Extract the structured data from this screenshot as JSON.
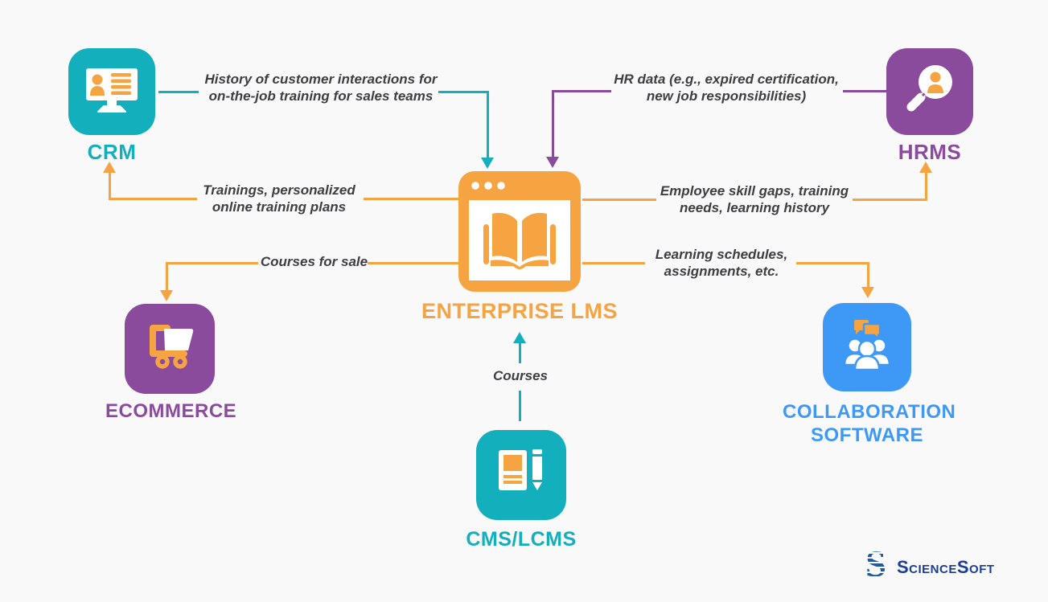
{
  "title": "Enterprise LMS integrations diagram",
  "colors": {
    "background": "#F9F9F9",
    "teal": "#14AFBC",
    "orange": "#F6A442",
    "purple": "#8A4B9D",
    "blue": "#3D99F5",
    "flow_text": "#3E3E42",
    "logo_navy": "#1B3E94",
    "logo_mark_blue": "#1E5AA8",
    "white": "#FFFFFF"
  },
  "nodes": {
    "crm": {
      "label": "CRM",
      "icon": "crm-monitor-icon",
      "color": "#14AFBC"
    },
    "hrms": {
      "label": "HRMS",
      "icon": "hr-search-person-icon",
      "color": "#8A4B9D"
    },
    "lms": {
      "label": "ENTERPRISE LMS",
      "icon": "browser-open-book-icon",
      "color": "#F6A442"
    },
    "ecommerce": {
      "label": "ECOMMERCE",
      "icon": "shopping-cart-icon",
      "color": "#8A4B9D"
    },
    "collaboration": {
      "label": "COLLABORATION SOFTWARE",
      "icon": "people-chat-icon",
      "color": "#3D99F5"
    },
    "cms": {
      "label": "CMS/LCMS",
      "icon": "document-pencil-icon",
      "color": "#14AFBC"
    }
  },
  "flows": {
    "crm_to_lms": {
      "from": "crm",
      "to": "lms",
      "color": "#14AFBC",
      "label": "History of customer interactions for on-the-job training for sales teams"
    },
    "hrms_to_lms": {
      "from": "hrms",
      "to": "lms",
      "color": "#8A4B9D",
      "label": "HR data (e.g., expired certification, new job responsibilities)"
    },
    "lms_to_crm": {
      "from": "lms",
      "to": "crm",
      "color": "#F6A442",
      "label": "Trainings, personalized online training plans"
    },
    "lms_to_hrms": {
      "from": "lms",
      "to": "hrms",
      "color": "#F6A442",
      "label": "Employee skill gaps, training needs, learning history"
    },
    "lms_to_ecommerce": {
      "from": "lms",
      "to": "ecommerce",
      "color": "#F6A442",
      "label": "Courses for sale"
    },
    "lms_to_collaboration": {
      "from": "lms",
      "to": "collaboration",
      "color": "#F6A442",
      "label": "Learning schedules, assignments, etc."
    },
    "cms_to_lms": {
      "from": "cms",
      "to": "lms",
      "color": "#14AFBC",
      "label": "Courses"
    }
  },
  "logo": {
    "text": "ScienceSoft",
    "mark": "S"
  }
}
